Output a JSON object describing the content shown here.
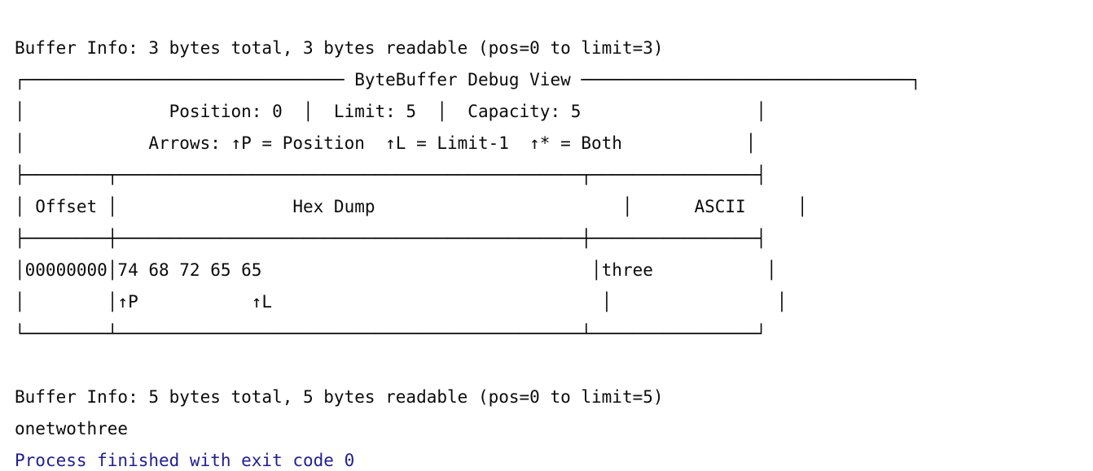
{
  "console": {
    "name": "run-output-console",
    "exit_color": "#221e8e",
    "text_color": "#0b0b0b",
    "background": "#ffffff",
    "lines": [
      {
        "id": "buffer-info-1",
        "text": "Buffer Info: 3 bytes total, 3 bytes readable (pos=0 to limit=3)",
        "style": "normal"
      },
      {
        "id": "debug-view-top-border",
        "text": "┌─────────────────────────────── ByteBuffer Debug View ────────────────────────────────┐",
        "style": "normal"
      },
      {
        "id": "position-limit-capacity",
        "text": "│              Position: 0  │  Limit: 5  │  Capacity: 5                 │",
        "style": "normal"
      },
      {
        "id": "arrows-legend",
        "text": "│            Arrows: ↑P = Position  ↑L = Limit-1  ↑* = Both            │",
        "style": "normal"
      },
      {
        "id": "table-top-rule",
        "text": "├────────┬─────────────────────────────────────────────┬────────────────┤",
        "style": "normal"
      },
      {
        "id": "table-header",
        "text": "│ Offset │                 Hex Dump                        │      ASCII     │",
        "style": "normal"
      },
      {
        "id": "table-header-rule",
        "text": "├────────┼─────────────────────────────────────────────┼────────────────┤",
        "style": "normal"
      },
      {
        "id": "hex-row-0",
        "text": "│00000000│74 68 72 65 65                                │three           │",
        "style": "normal"
      },
      {
        "id": "arrow-row-0",
        "text": "│        │↑P           ↑L                                │                │",
        "style": "normal"
      },
      {
        "id": "table-bottom-rule",
        "text": "└────────┴─────────────────────────────────────────────┴────────────────┘",
        "style": "normal"
      },
      {
        "id": "blank-line",
        "text": "",
        "style": "normal"
      },
      {
        "id": "buffer-info-2",
        "text": "Buffer Info: 5 bytes total, 5 bytes readable (pos=0 to limit=5)",
        "style": "normal"
      },
      {
        "id": "decoded-string",
        "text": "onetwothree",
        "style": "normal"
      },
      {
        "id": "process-exit",
        "text": "Process finished with exit code 0",
        "style": "exit"
      }
    ]
  },
  "buffer_debug": {
    "title": "ByteBuffer Debug View",
    "position_label": "Position:",
    "position_value": "0",
    "limit_label": "Limit:",
    "limit_value": "5",
    "capacity_label": "Capacity:",
    "capacity_value": "5",
    "arrows_label": "Arrows:",
    "arrow_position": "↑P = Position",
    "arrow_limit": "↑L = Limit-1",
    "arrow_both": "↑* = Both",
    "columns": [
      "Offset",
      "Hex Dump",
      "ASCII"
    ],
    "rows": [
      {
        "offset": "00000000",
        "hex": "74 68 72 65 65",
        "ascii": "three",
        "markers": "↑P           ↑L"
      }
    ]
  }
}
